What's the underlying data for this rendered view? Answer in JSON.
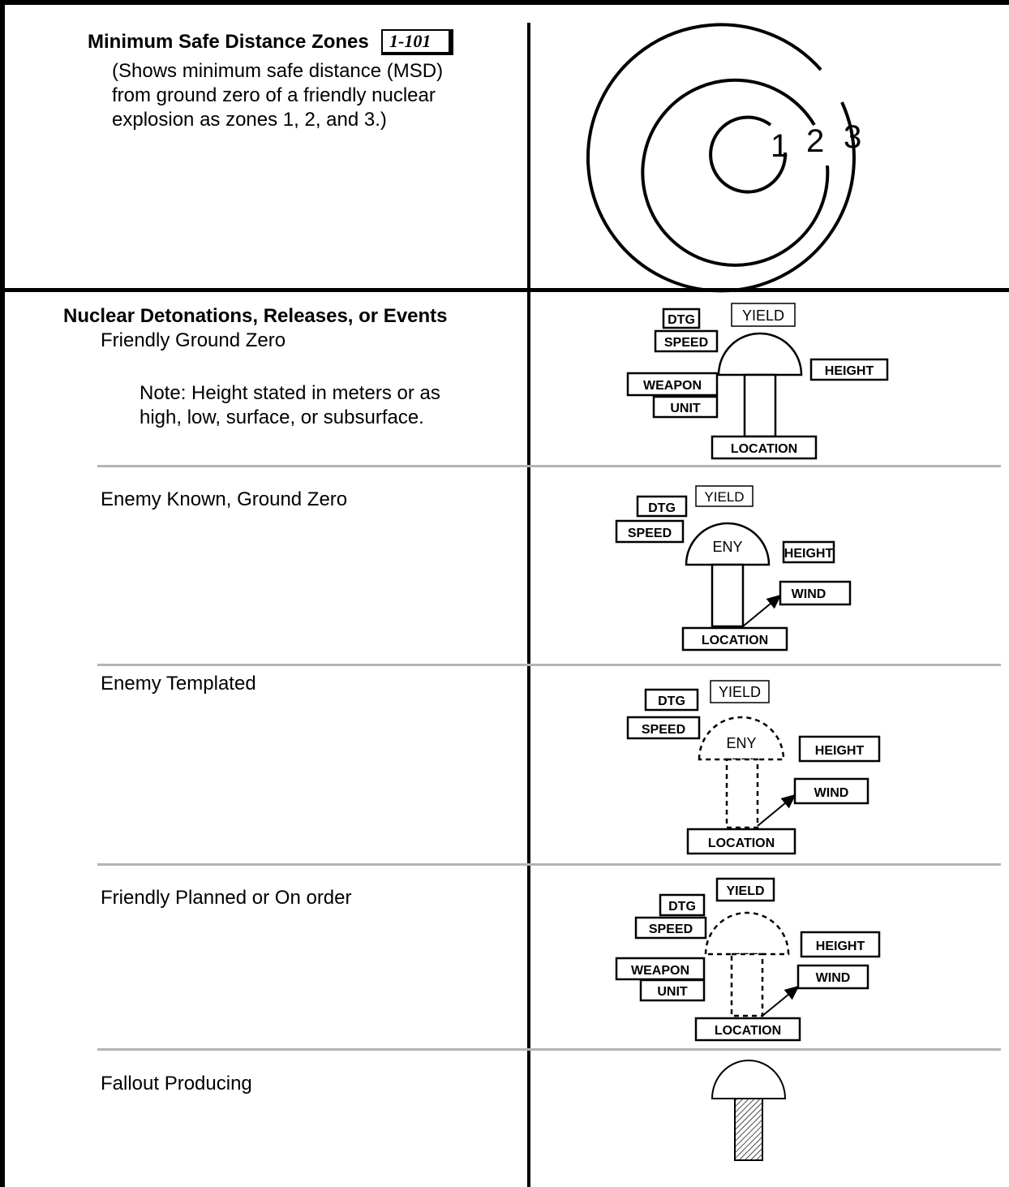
{
  "msd": {
    "title": "Minimum Safe Distance Zones",
    "ref": "1-101",
    "desc1": "(Shows minimum safe distance (MSD)",
    "desc2": "from ground zero of  a friendly nuclear",
    "desc3": "explosion as zones 1, 2, and 3.)",
    "zones": [
      "1",
      "2",
      "3"
    ]
  },
  "nuclear": {
    "title": "Nuclear Detonations, Releases, or Events",
    "friendly_gz": "Friendly Ground Zero",
    "note1": "Note:  Height stated in meters or as",
    "note2": "high, low, surface, or subsurface.",
    "enemy_known": "Enemy Known, Ground Zero",
    "enemy_templated": "Enemy Templated",
    "friendly_planned": "Friendly Planned or On order",
    "fallout": "Fallout Producing"
  },
  "labels": {
    "dtg": "DTG",
    "yield": "YIELD",
    "speed": "SPEED",
    "height": "HEIGHT",
    "weapon": "WEAPON",
    "unit": "UNIT",
    "location": "LOCATION",
    "wind": "WIND",
    "eny": "ENY"
  }
}
